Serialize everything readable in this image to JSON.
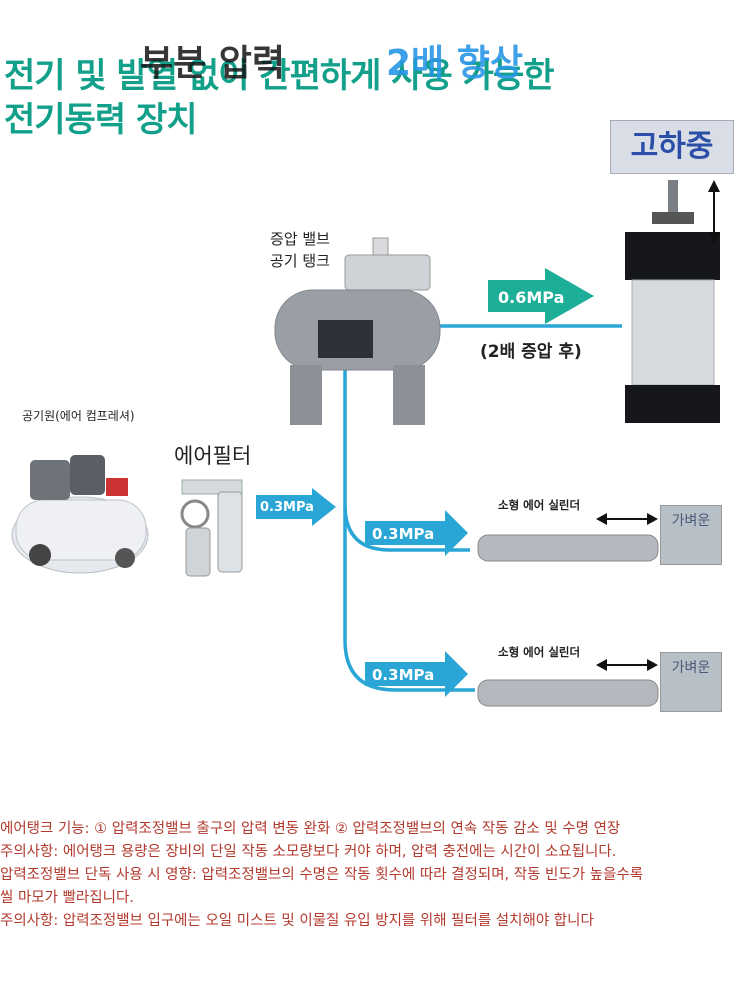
{
  "title": {
    "line1": "전기 및 발열 없이 간편하게 사용 가능한",
    "line2": "전기동력 장치",
    "overlay_dark": "부분 압력",
    "overlay_blue": "2배 향상"
  },
  "components": {
    "booster_valve_tank": [
      "증압 밸브",
      "공기 탱크"
    ],
    "air_source": "공기원(에어 컴프레셔)",
    "air_filter": "에어필터",
    "cylinder_small_1": "소형 에어 실린더",
    "cylinder_small_2": "소형 에어 실린더",
    "high_load": "고하중",
    "light_load_1": "가벼운",
    "light_load_2": "가벼운"
  },
  "pressures": {
    "boosted": "0.6MPa",
    "boosted_note": "(2배 증압 후)",
    "filter_out": "0.3MPa",
    "branch_1": "0.3MPa",
    "branch_2": "0.3MPa"
  },
  "notes": [
    "에어탱크 기능: ① 압력조정밸브 출구의 압력 변동 완화 ② 압력조정밸브의 연속 작동 감소 및 수명 연장",
    "주의사항: 에어탱크 용량은 장비의 단일 작동 소모량보다 커야 하며, 압력 충전에는 시간이 소요됩니다.",
    "압력조정밸브 단독 사용 시 영향: 압력조정밸브의 수명은 작동 횟수에 따라 결정되며, 작동 빈도가 높을수록",
    " 씰 마모가 빨라집니다.",
    "주의사항: 압력조정밸브 입구에는 오일 미스트 및 이물질 유입 방지를 위해 필터를 설치해야 합니다"
  ],
  "colors": {
    "title": "#12a08a",
    "pipe": "#2aa6d6",
    "arrow": "#1cae97",
    "notes": "#b33a2e"
  }
}
